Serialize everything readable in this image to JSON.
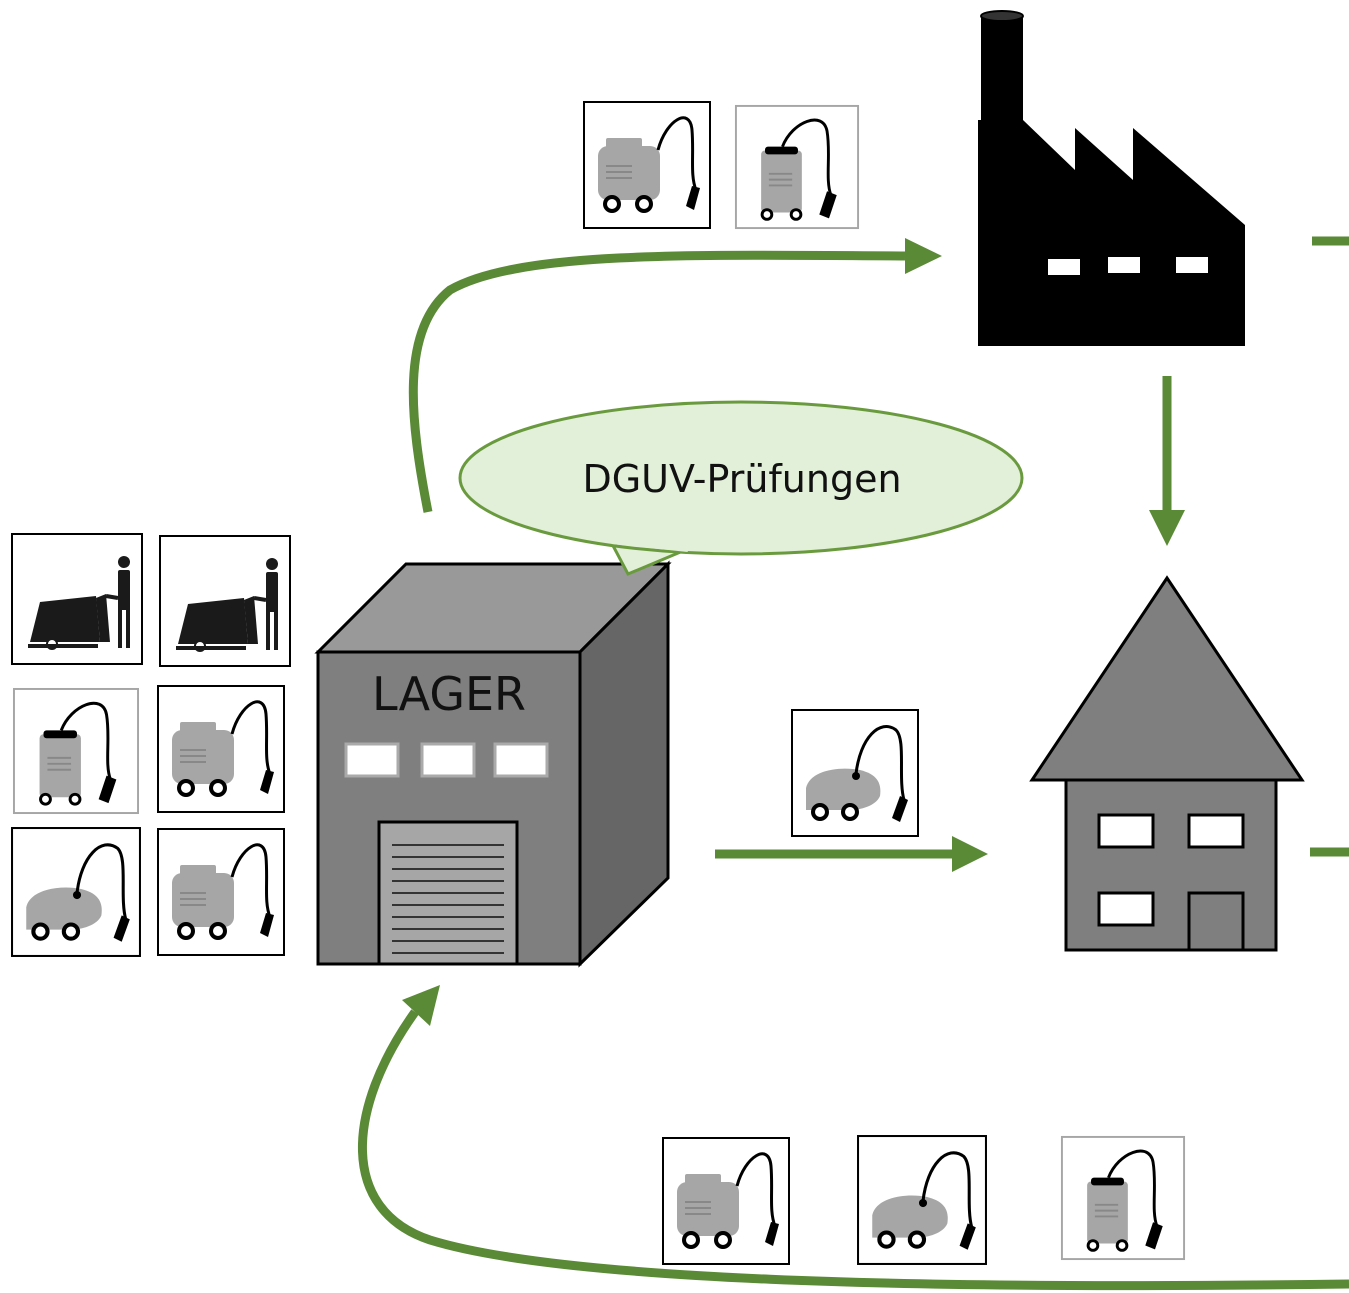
{
  "diagram": {
    "warehouse": {
      "label": "LAGER"
    },
    "speech_bubble": {
      "text": "DGUV-Prüfungen"
    },
    "nodes": [
      {
        "id": "warehouse",
        "icon": "warehouse-icon"
      },
      {
        "id": "factory",
        "icon": "factory-icon"
      },
      {
        "id": "house",
        "icon": "house-icon"
      }
    ],
    "flows": [
      {
        "from": "warehouse",
        "to": "factory",
        "items": [
          "canister-vacuum",
          "wet-dry-vacuum"
        ]
      },
      {
        "from": "factory",
        "to": "house",
        "items": []
      },
      {
        "from": "warehouse",
        "to": "house",
        "items": [
          "sled-vacuum"
        ]
      },
      {
        "from": "return",
        "to": "warehouse",
        "items": [
          "canister-vacuum",
          "sled-vacuum",
          "wet-dry-vacuum"
        ]
      }
    ],
    "inventory": [
      "scrubber-dryer",
      "scrubber-dryer",
      "wet-dry-vacuum",
      "canister-vacuum",
      "sled-vacuum",
      "canister-vacuum"
    ],
    "colors": {
      "arrow": "#5a8a36",
      "bubble_fill": "#e2efd9",
      "bubble_stroke": "#6a9a3e",
      "building_front": "#7f7f7f",
      "building_top": "#999999",
      "building_side": "#666666",
      "icon_gray": "#a6a6a6"
    }
  }
}
